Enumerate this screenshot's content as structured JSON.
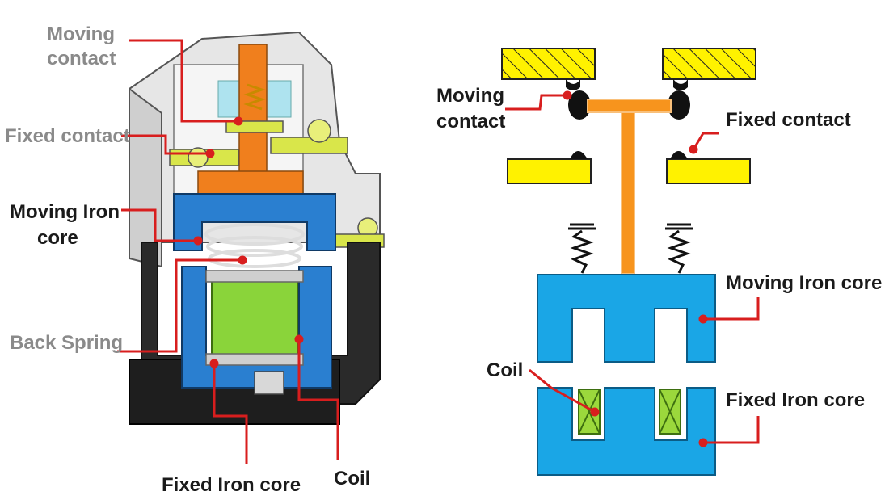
{
  "left_diagram": {
    "labels": {
      "moving_contact_line1": "Moving",
      "moving_contact_line2": "contact",
      "fixed_contact": "Fixed contact",
      "moving_iron_core_line1": "Moving Iron",
      "moving_iron_core_line2": "core",
      "back_spring": "Back Spring",
      "fixed_iron_core": "Fixed Iron core",
      "coil": "Coil"
    }
  },
  "right_diagram": {
    "labels": {
      "moving_contact_line1": "Moving",
      "moving_contact_line2": "contact",
      "fixed_contact": "Fixed contact",
      "moving_iron_core": "Moving Iron core",
      "coil": "Coil",
      "fixed_iron_core": "Fixed Iron core"
    }
  },
  "colors": {
    "leader_line": "#d81e1e",
    "iron_core": "#1aa6e6",
    "contact_bar": "#fff200",
    "armature_rod": "#f7941d",
    "coil_fill": "#9bd83c",
    "label_dark": "#1a1a1a",
    "label_grey": "#8a8a8a"
  }
}
